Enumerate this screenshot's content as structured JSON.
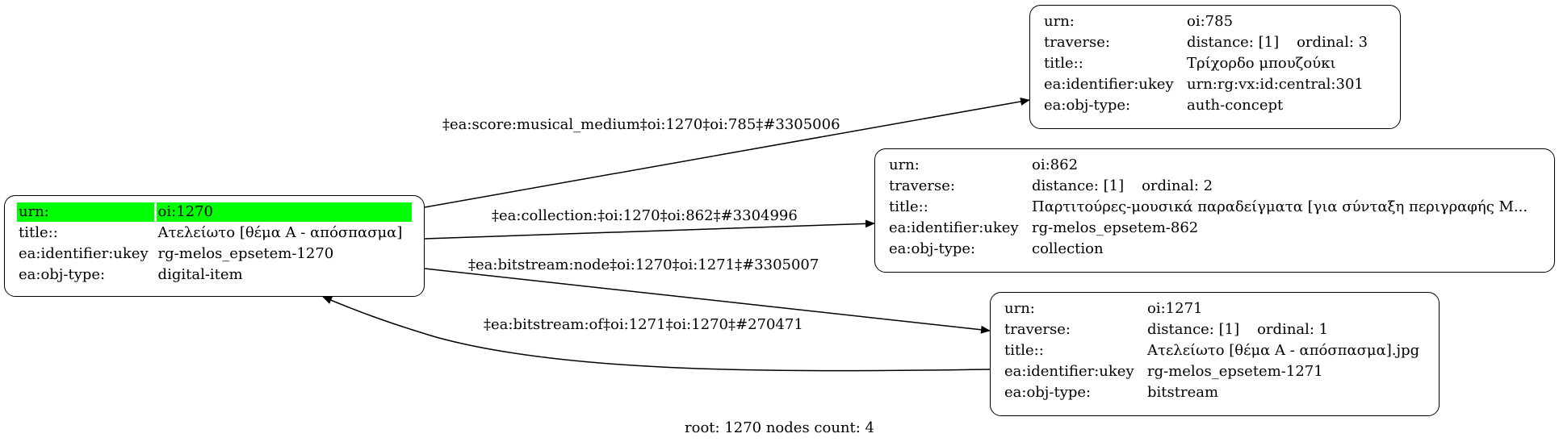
{
  "nodes": {
    "n1270": {
      "rows": [
        {
          "key": "urn:",
          "value": "oi:1270"
        },
        {
          "key": "title::",
          "value": "Ατελείωτο [θέμα Α - απόσπασμα]"
        },
        {
          "key": "ea:identifier:ukey",
          "value": "rg-melos_epsetem-1270"
        },
        {
          "key": "ea:obj-type:",
          "value": "digital-item"
        }
      ],
      "highlight_color": "#00ff00"
    },
    "n785": {
      "urn_key": "urn:",
      "urn": "oi:785",
      "traverse_key": "traverse:",
      "distance": "distance: [1]",
      "ordinal": "ordinal: 3",
      "title_key": "title::",
      "title": "Τρίχορδο μπουζούκι",
      "ukey_key": "ea:identifier:ukey",
      "ukey": "urn:rg:vx:id:central:301",
      "type_key": "ea:obj-type:",
      "type": "auth-concept"
    },
    "n862": {
      "urn_key": "urn:",
      "urn": "oi:862",
      "traverse_key": "traverse:",
      "distance": "distance: [1]",
      "ordinal": "ordinal: 2",
      "title_key": "title::",
      "title": "Παρτιτούρες-μουσικά παραδείγματα [για σύνταξη περιγραφής Μ...",
      "ukey_key": "ea:identifier:ukey",
      "ukey": "rg-melos_epsetem-862",
      "type_key": "ea:obj-type:",
      "type": "collection"
    },
    "n1271": {
      "urn_key": "urn:",
      "urn": "oi:1271",
      "traverse_key": "traverse:",
      "distance": "distance: [1]",
      "ordinal": "ordinal: 1",
      "title_key": "title::",
      "title": "Ατελείωτο [θέμα Α - απόσπασμα].jpg",
      "ukey_key": "ea:identifier:ukey",
      "ukey": "rg-melos_epsetem-1271",
      "type_key": "ea:obj-type:",
      "type": "bitstream"
    }
  },
  "edges": [
    {
      "label": "‡ea:score:musical_medium‡oi:1270‡oi:785‡#3305006",
      "from": "oi:1270",
      "to": "oi:785"
    },
    {
      "label": "‡ea:collection:‡oi:1270‡oi:862‡#3304996",
      "from": "oi:1270",
      "to": "oi:862"
    },
    {
      "label": "‡ea:bitstream:node‡oi:1270‡oi:1271‡#3305007",
      "from": "oi:1270",
      "to": "oi:1271"
    },
    {
      "label": "‡ea:bitstream:of‡oi:1271‡oi:1270‡#270471",
      "from": "oi:1271",
      "to": "oi:1270"
    }
  ],
  "caption": "root: 1270 nodes count: 4"
}
